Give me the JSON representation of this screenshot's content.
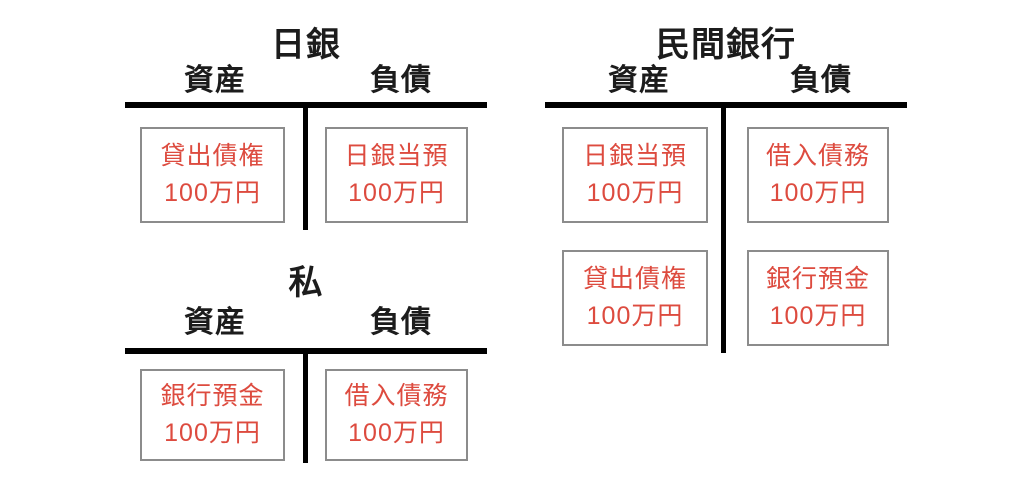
{
  "diagram": {
    "description_colors": {
      "entry_text": "#dd4b3f",
      "label_text": "#1c1c1c",
      "line": "#000000",
      "box_border": "#8c8c8c"
    },
    "accounts": [
      {
        "id": "boj",
        "title": "日銀",
        "assets_label": "資産",
        "liabilities_label": "負債",
        "assets": [
          {
            "name": "貸出債権",
            "amount": "100万円"
          }
        ],
        "liabilities": [
          {
            "name": "日銀当預",
            "amount": "100万円"
          }
        ]
      },
      {
        "id": "private-bank",
        "title": "民間銀行",
        "assets_label": "資産",
        "liabilities_label": "負債",
        "assets": [
          {
            "name": "日銀当預",
            "amount": "100万円"
          },
          {
            "name": "貸出債権",
            "amount": "100万円"
          }
        ],
        "liabilities": [
          {
            "name": "借入債務",
            "amount": "100万円"
          },
          {
            "name": "銀行預金",
            "amount": "100万円"
          }
        ]
      },
      {
        "id": "me",
        "title": "私",
        "assets_label": "資産",
        "liabilities_label": "負債",
        "assets": [
          {
            "name": "銀行預金",
            "amount": "100万円"
          }
        ],
        "liabilities": [
          {
            "name": "借入債務",
            "amount": "100万円"
          }
        ]
      }
    ]
  }
}
